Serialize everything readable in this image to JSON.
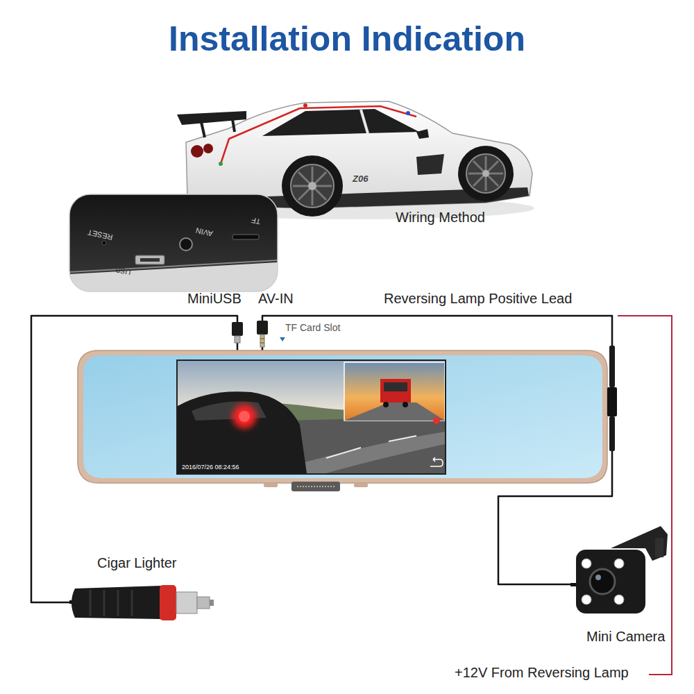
{
  "diagram": {
    "title": "Installation Indication",
    "nodes": [
      {
        "text": [
          "Z06",
          "Wiring Method"
        ]
      },
      {
        "text": [
          "RESET",
          "USB",
          "AVIN",
          "TF"
        ]
      },
      {
        "text": [
          "2016/07/26 08:24:56"
        ]
      },
      {
        "text": [
          "Cigar Lighter"
        ]
      },
      {
        "text": [
          "Mini Camera"
        ]
      }
    ],
    "edges": [
      {
        "from": 3,
        "to": 2,
        "arrow": "none"
      },
      {
        "from": 4,
        "to": 2,
        "arrow": "none",
        "label": "Reversing Lamp Positive Lead"
      }
    ],
    "labels": [
      "MiniUSB",
      "AV-IN",
      "TF Card Slot",
      "+12V From Reversing Lamp"
    ]
  }
}
